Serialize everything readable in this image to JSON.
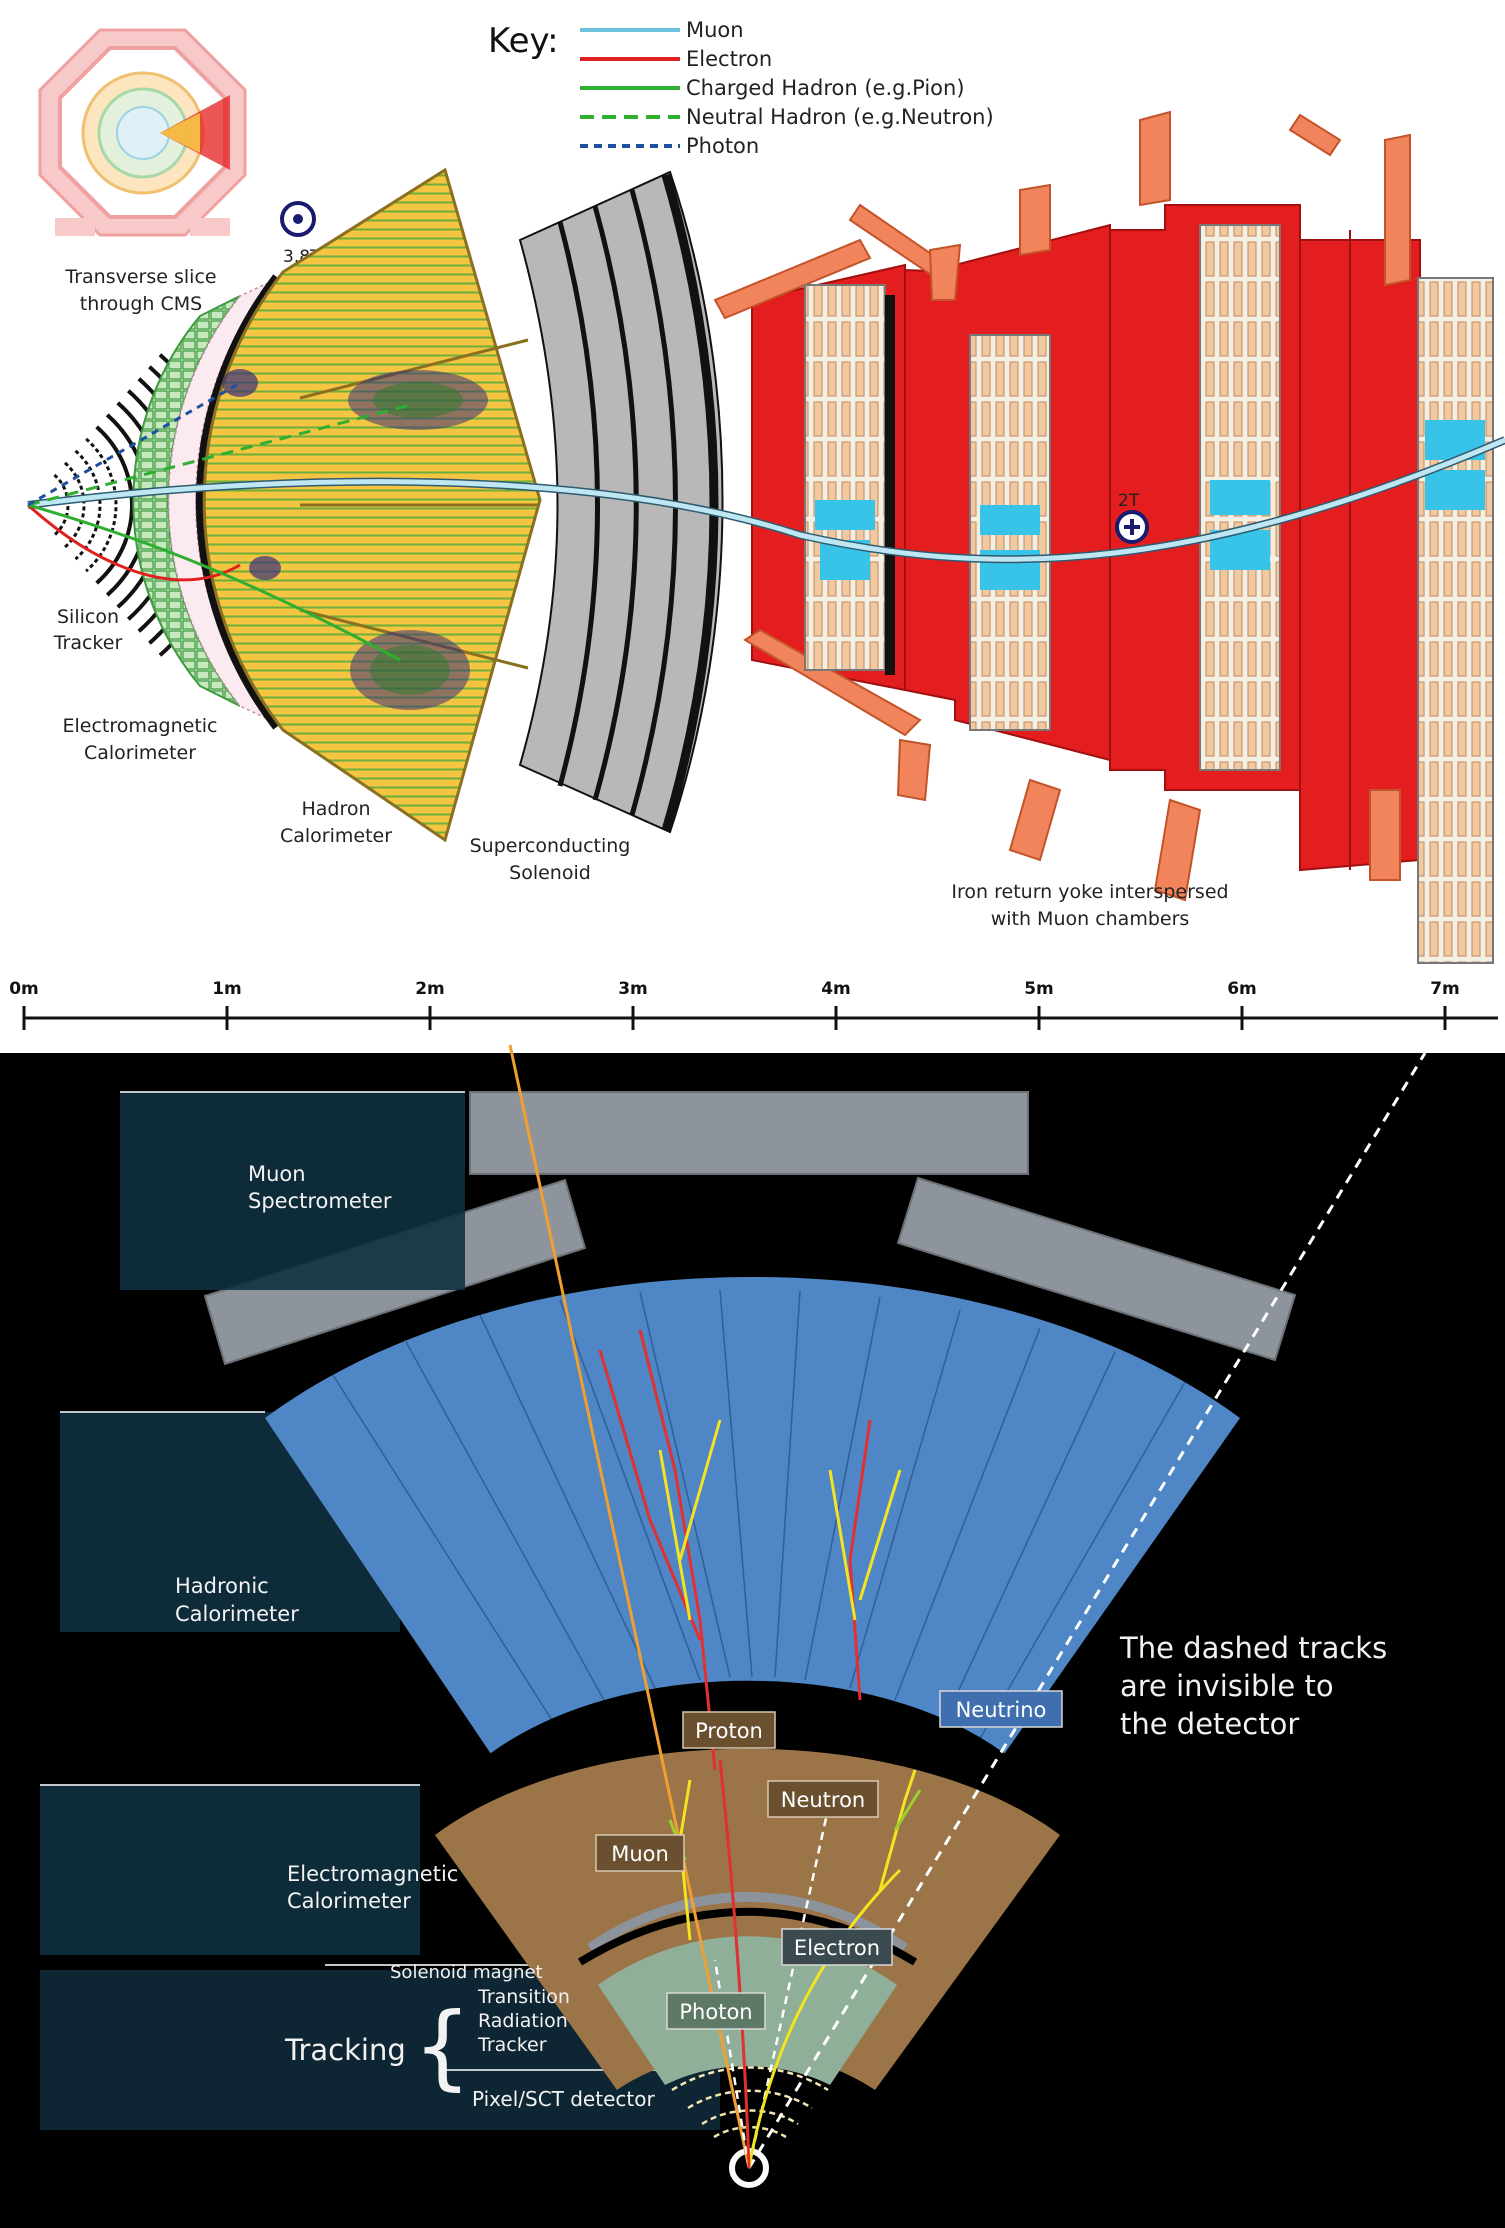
{
  "cms": {
    "key": {
      "title": "Key:",
      "items": [
        {
          "label": "Muon",
          "color": "#6cc3dd",
          "style": "solid"
        },
        {
          "label": "Electron",
          "color": "#e02020",
          "style": "solid"
        },
        {
          "label": "Charged Hadron (e.g.Pion)",
          "color": "#2fae2f",
          "style": "solid"
        },
        {
          "label": "Neutral Hadron (e.g.Neutron)",
          "color": "#2fae2f",
          "style": "dashed"
        },
        {
          "label": "Photon",
          "color": "#1f4fa0",
          "style": "dashed"
        }
      ]
    },
    "inset_caption": [
      "Transverse slice",
      "through CMS"
    ],
    "field_inner": "3.8T",
    "field_outer": "2T",
    "labels": {
      "tracker": [
        "Silicon",
        "Tracker"
      ],
      "ecal": [
        "Electromagnetic",
        "Calorimeter"
      ],
      "hcal": [
        "Hadron",
        "Calorimeter"
      ],
      "solenoid": [
        "Superconducting",
        "Solenoid"
      ],
      "yoke": [
        "Iron return yoke interspersed",
        "with Muon chambers"
      ]
    },
    "scale": [
      "0m",
      "1m",
      "2m",
      "3m",
      "4m",
      "5m",
      "6m",
      "7m"
    ],
    "colors": {
      "hcal": "#f5c542",
      "yoke": "#e41e1e",
      "solenoid": "#b3b3b3",
      "ecal": "#b9e0b0"
    }
  },
  "atlas": {
    "labels": {
      "muon_spectrometer": [
        "Muon",
        "Spectrometer"
      ],
      "hadronic": [
        "Hadronic",
        "Calorimeter"
      ],
      "em": [
        "Electromagnetic",
        "Calorimeter"
      ],
      "solenoid": "Solenoid magnet",
      "tracking": "Tracking",
      "trt": [
        "Transition",
        "Radiation",
        "Tracker"
      ],
      "pixel": "Pixel/SCT detector"
    },
    "note": [
      "The dashed tracks",
      "are invisible to",
      "the detector"
    ],
    "particles": {
      "proton": "Proton",
      "neutron": "Neutron",
      "muon": "Muon",
      "electron": "Electron",
      "photon": "Photon",
      "neutrino": "Neutrino"
    },
    "colors": {
      "hadronic": "#4f86c6",
      "em": "#9b7447",
      "tracker": "#8faf98",
      "background": "#000000"
    }
  }
}
